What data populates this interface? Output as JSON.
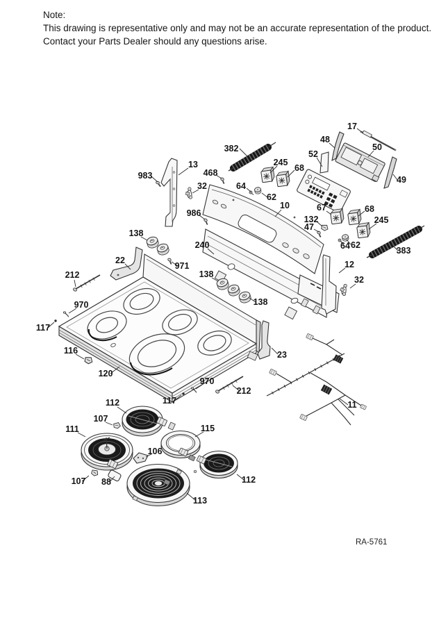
{
  "note": {
    "label": "Note:",
    "line1": "This drawing is representative only and may not be an accurate representation of the product.",
    "line2": "Contact your Parts Dealer should any questions arise."
  },
  "diagram": {
    "code": "RA-5761",
    "subject": "range-cooktop-exploded-parts-view",
    "colors": {
      "line": "#333333",
      "dark_fill": "#1d1d1d",
      "paper": "#ffffff"
    }
  },
  "parts": [
    {
      "num": "382"
    },
    {
      "num": "245"
    },
    {
      "num": "68"
    },
    {
      "num": "983"
    },
    {
      "num": "13"
    },
    {
      "num": "468"
    },
    {
      "num": "32"
    },
    {
      "num": "64"
    },
    {
      "num": "62"
    },
    {
      "num": "10"
    },
    {
      "num": "52"
    },
    {
      "num": "48"
    },
    {
      "num": "17"
    },
    {
      "num": "50"
    },
    {
      "num": "49"
    },
    {
      "num": "986"
    },
    {
      "num": "67"
    },
    {
      "num": "68"
    },
    {
      "num": "245"
    },
    {
      "num": "132"
    },
    {
      "num": "47"
    },
    {
      "num": "64"
    },
    {
      "num": "62"
    },
    {
      "num": "383"
    },
    {
      "num": "138"
    },
    {
      "num": "22"
    },
    {
      "num": "240"
    },
    {
      "num": "971"
    },
    {
      "num": "138"
    },
    {
      "num": "138"
    },
    {
      "num": "212"
    },
    {
      "num": "970"
    },
    {
      "num": "117"
    },
    {
      "num": "12"
    },
    {
      "num": "32"
    },
    {
      "num": "116"
    },
    {
      "num": "120"
    },
    {
      "num": "23"
    },
    {
      "num": "970"
    },
    {
      "num": "212"
    },
    {
      "num": "117"
    },
    {
      "num": "11"
    },
    {
      "num": "112"
    },
    {
      "num": "107"
    },
    {
      "num": "111"
    },
    {
      "num": "115"
    },
    {
      "num": "106"
    },
    {
      "num": "107"
    },
    {
      "num": "88"
    },
    {
      "num": "113"
    },
    {
      "num": "112"
    }
  ]
}
